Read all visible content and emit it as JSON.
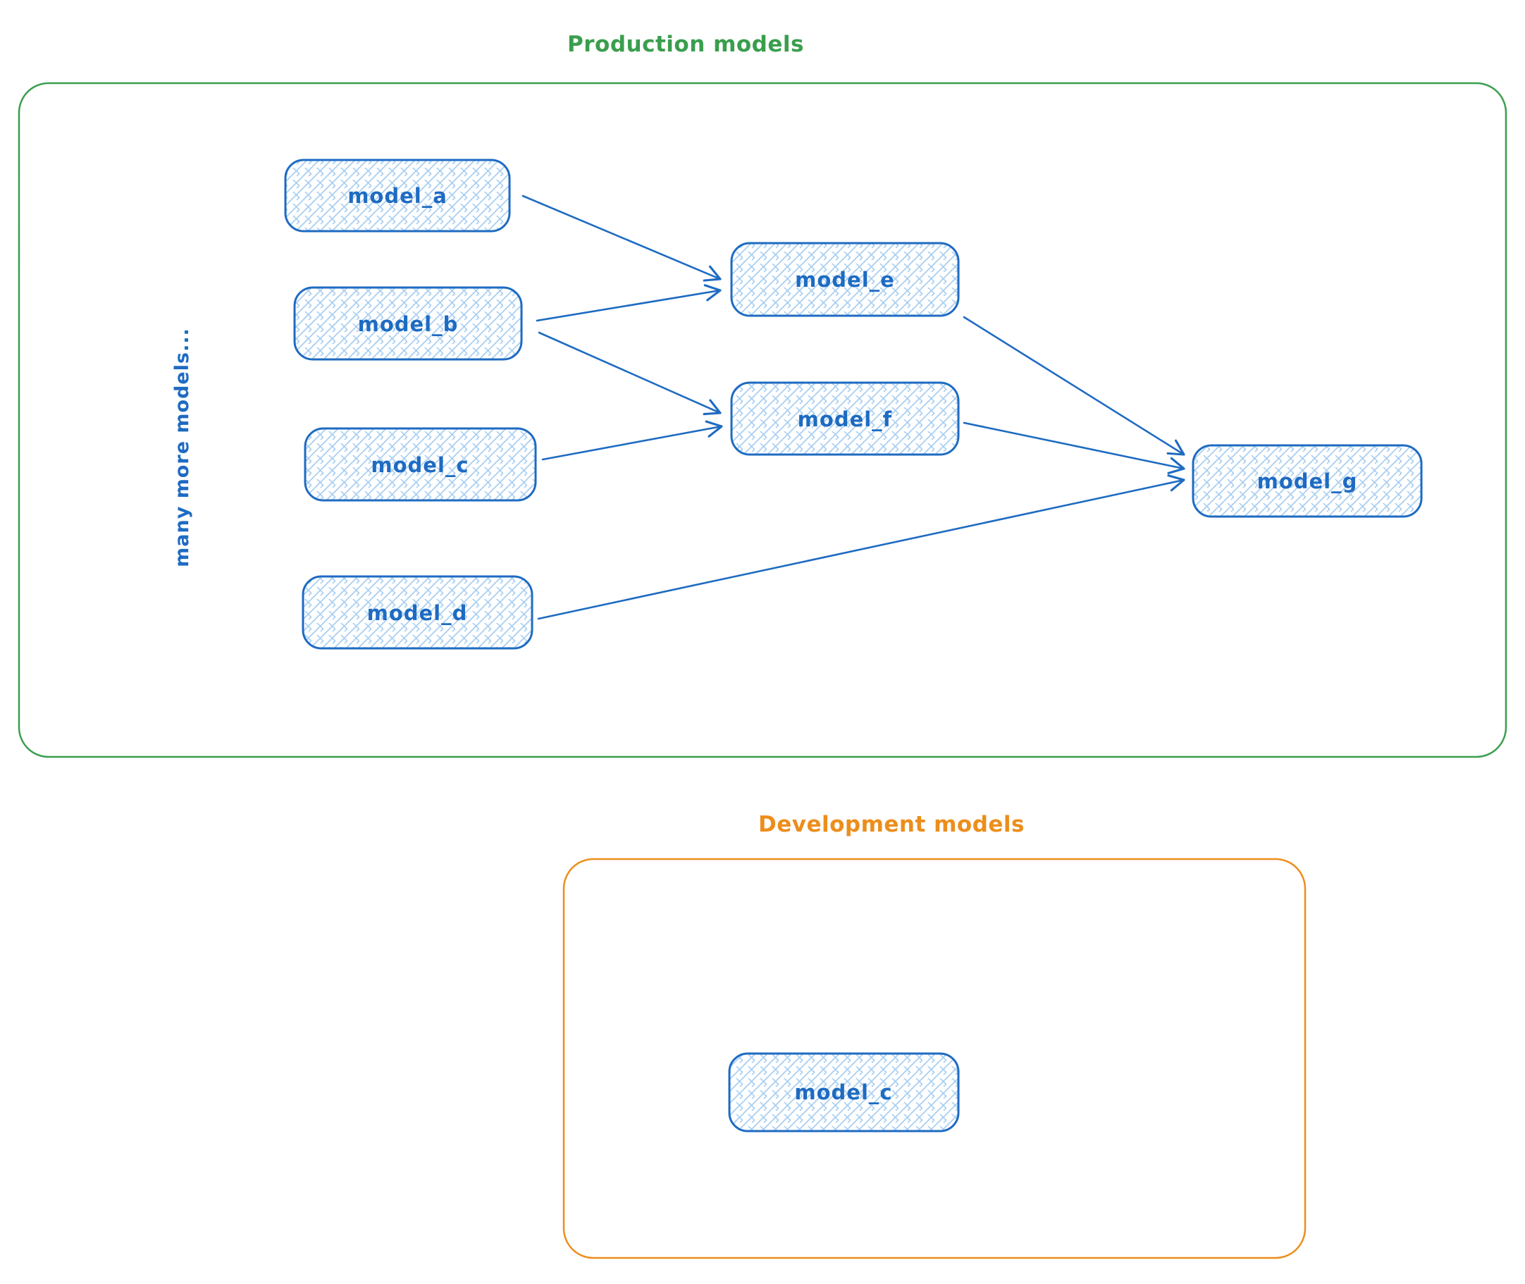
{
  "colors": {
    "node_stroke": "#1e6bc2",
    "node_hatch": "#a9cff2",
    "production_frame": "#3a9e4d",
    "development_frame": "#ec8e1c"
  },
  "production": {
    "title": "Production models",
    "side_label": "many more models...",
    "nodes": {
      "model_a": {
        "label": "model_a"
      },
      "model_b": {
        "label": "model_b"
      },
      "model_c": {
        "label": "model_c"
      },
      "model_d": {
        "label": "model_d"
      },
      "model_e": {
        "label": "model_e"
      },
      "model_f": {
        "label": "model_f"
      },
      "model_g": {
        "label": "model_g"
      }
    },
    "edges": [
      {
        "from": "model_a",
        "to": "model_e"
      },
      {
        "from": "model_b",
        "to": "model_e"
      },
      {
        "from": "model_b",
        "to": "model_f"
      },
      {
        "from": "model_c",
        "to": "model_f"
      },
      {
        "from": "model_e",
        "to": "model_g"
      },
      {
        "from": "model_f",
        "to": "model_g"
      },
      {
        "from": "model_d",
        "to": "model_g"
      }
    ]
  },
  "development": {
    "title": "Development models",
    "nodes": {
      "model_c": {
        "label": "model_c"
      }
    }
  }
}
